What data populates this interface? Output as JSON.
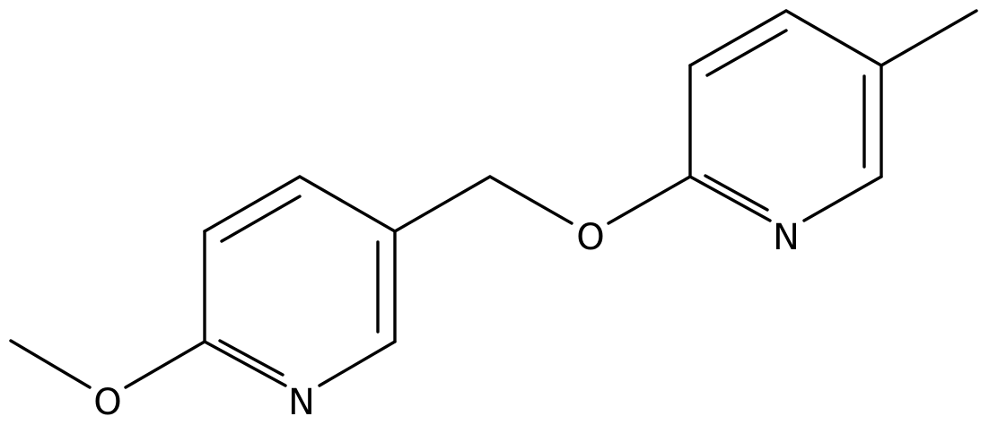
{
  "colors": {
    "background": "#ffffff",
    "bond": "#000000",
    "label": "#000000"
  },
  "atoms": {
    "o_left": "O",
    "n_left": "N",
    "o_bridge": "O",
    "n_right": "N"
  }
}
